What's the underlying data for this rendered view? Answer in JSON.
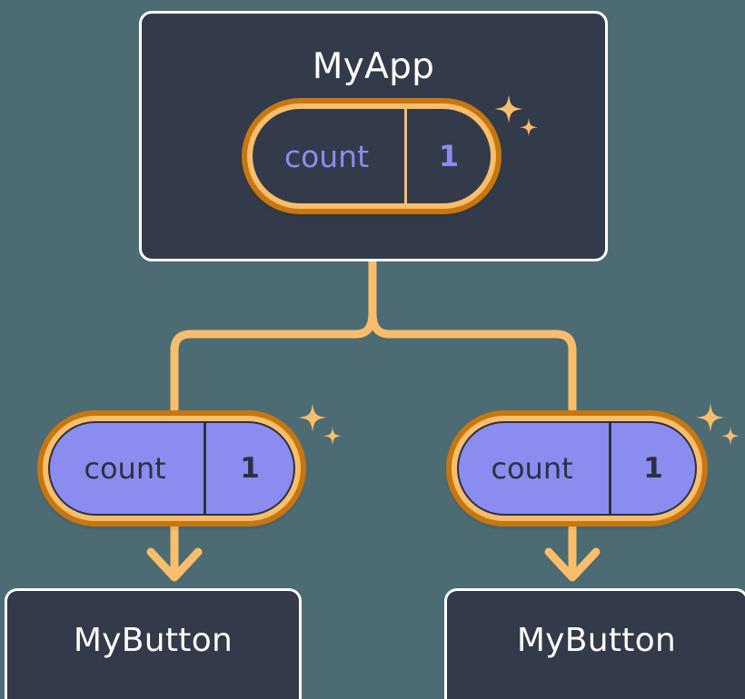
{
  "diagram": {
    "type": "component-state-tree",
    "background_color": "#4c6b73",
    "accent_color": "#f8be6b",
    "accent_dark_color": "#c8760f",
    "state_value_color": "#8b8cf0",
    "card_color": "#333a49"
  },
  "root": {
    "title": "MyApp",
    "state": {
      "key": "count",
      "value": "1"
    },
    "sparkle_icon": "sparkles-icon"
  },
  "children": [
    {
      "state": {
        "key": "count",
        "value": "1"
      },
      "sparkle_icon": "sparkles-icon",
      "title": "MyButton"
    },
    {
      "state": {
        "key": "count",
        "value": "1"
      },
      "sparkle_icon": "sparkles-icon",
      "title": "MyButton"
    }
  ],
  "connectors": {
    "style": "orthogonal-rounded",
    "color": "#f8be6b",
    "arrowheads": 2
  }
}
